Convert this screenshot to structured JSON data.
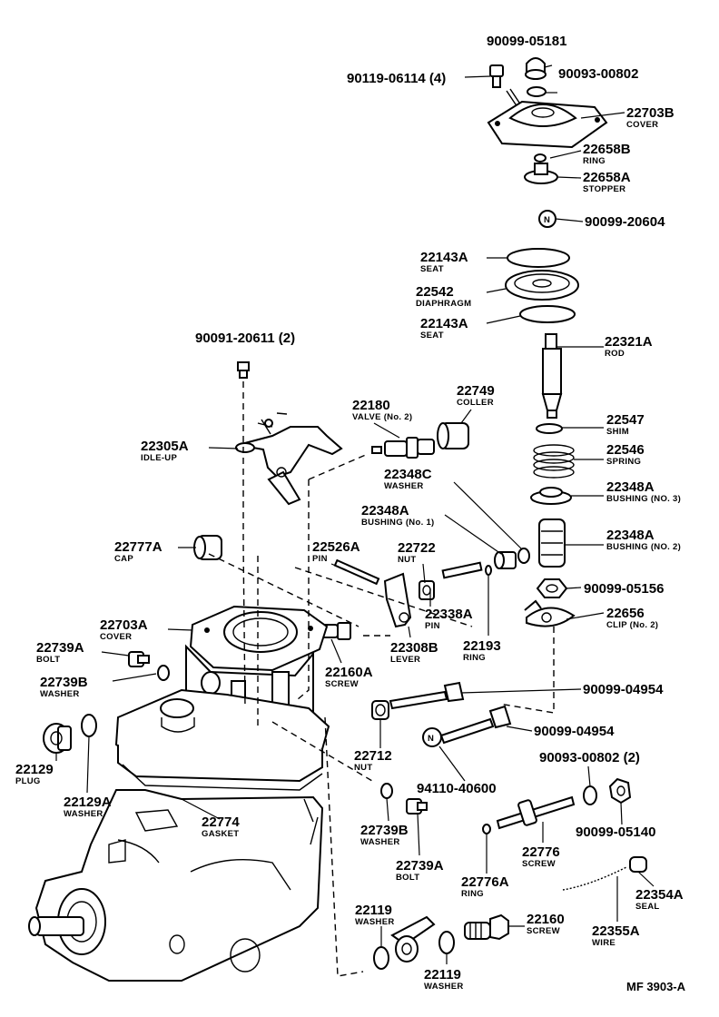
{
  "sheet_ref": "MF 3903-A",
  "parts": [
    {
      "id": "p1",
      "number": "90099-05181",
      "name": ""
    },
    {
      "id": "p2",
      "number": "90119-06114 (4)",
      "name": ""
    },
    {
      "id": "p3",
      "number": "90093-00802",
      "name": ""
    },
    {
      "id": "p4",
      "number": "22703B",
      "name": "COVER"
    },
    {
      "id": "p5",
      "number": "22658B",
      "name": "RING"
    },
    {
      "id": "p6",
      "number": "22658A",
      "name": "STOPPER"
    },
    {
      "id": "p7",
      "number": "90099-20604",
      "name": ""
    },
    {
      "id": "p8",
      "number": "22143A",
      "name": "SEAT"
    },
    {
      "id": "p9",
      "number": "22542",
      "name": "DIAPHRAGM"
    },
    {
      "id": "p10",
      "number": "22143A",
      "name": "SEAT"
    },
    {
      "id": "p11",
      "number": "90091-20611 (2)",
      "name": ""
    },
    {
      "id": "p12",
      "number": "22321A",
      "name": "ROD"
    },
    {
      "id": "p13",
      "number": "22180",
      "name": "VALVE (No. 2)"
    },
    {
      "id": "p14",
      "number": "22749",
      "name": "COLLER"
    },
    {
      "id": "p15",
      "number": "22547",
      "name": "SHIM"
    },
    {
      "id": "p16",
      "number": "22305A",
      "name": "IDLE-UP"
    },
    {
      "id": "p17",
      "number": "22546",
      "name": "SPRING"
    },
    {
      "id": "p18",
      "number": "22348C",
      "name": "WASHER"
    },
    {
      "id": "p19",
      "number": "22348A",
      "name": "BUSHING (NO. 3)"
    },
    {
      "id": "p20",
      "number": "22348A",
      "name": "BUSHING (No. 1)"
    },
    {
      "id": "p21",
      "number": "22348A",
      "name": "BUSHING (NO. 2)"
    },
    {
      "id": "p22",
      "number": "22777A",
      "name": "CAP"
    },
    {
      "id": "p23",
      "number": "22526A",
      "name": "PIN"
    },
    {
      "id": "p24",
      "number": "22722",
      "name": "NUT"
    },
    {
      "id": "p25",
      "number": "90099-05156",
      "name": ""
    },
    {
      "id": "p26",
      "number": "22656",
      "name": "CLIP (No. 2)"
    },
    {
      "id": "p27",
      "number": "22338A",
      "name": "PIN"
    },
    {
      "id": "p28",
      "number": "22703A",
      "name": "COVER"
    },
    {
      "id": "p29",
      "number": "22739A",
      "name": "BOLT"
    },
    {
      "id": "p30",
      "number": "22308B",
      "name": "LEVER"
    },
    {
      "id": "p31",
      "number": "22193",
      "name": "RING"
    },
    {
      "id": "p32",
      "number": "22160A",
      "name": "SCREW"
    },
    {
      "id": "p33",
      "number": "22739B",
      "name": "WASHER"
    },
    {
      "id": "p34",
      "number": "90099-04954",
      "name": ""
    },
    {
      "id": "p35",
      "number": "90099-04954",
      "name": ""
    },
    {
      "id": "p36",
      "number": "22129",
      "name": "PLUG"
    },
    {
      "id": "p37",
      "number": "22712",
      "name": "NUT"
    },
    {
      "id": "p38",
      "number": "90093-00802 (2)",
      "name": ""
    },
    {
      "id": "p39",
      "number": "22129A",
      "name": "WASHER"
    },
    {
      "id": "p40",
      "number": "94110-40600",
      "name": ""
    },
    {
      "id": "p41",
      "number": "22774",
      "name": "GASKET"
    },
    {
      "id": "p42",
      "number": "22739B",
      "name": "WASHER"
    },
    {
      "id": "p43",
      "number": "22776",
      "name": "SCREW"
    },
    {
      "id": "p44",
      "number": "90099-05140",
      "name": ""
    },
    {
      "id": "p45",
      "number": "22739A",
      "name": "BOLT"
    },
    {
      "id": "p46",
      "number": "22776A",
      "name": "RING"
    },
    {
      "id": "p47",
      "number": "22354A",
      "name": "SEAL"
    },
    {
      "id": "p48",
      "number": "22119",
      "name": "WASHER"
    },
    {
      "id": "p49",
      "number": "22160",
      "name": "SCREW"
    },
    {
      "id": "p50",
      "number": "22355A",
      "name": "WIRE"
    },
    {
      "id": "p51",
      "number": "22119",
      "name": "WASHER"
    }
  ]
}
